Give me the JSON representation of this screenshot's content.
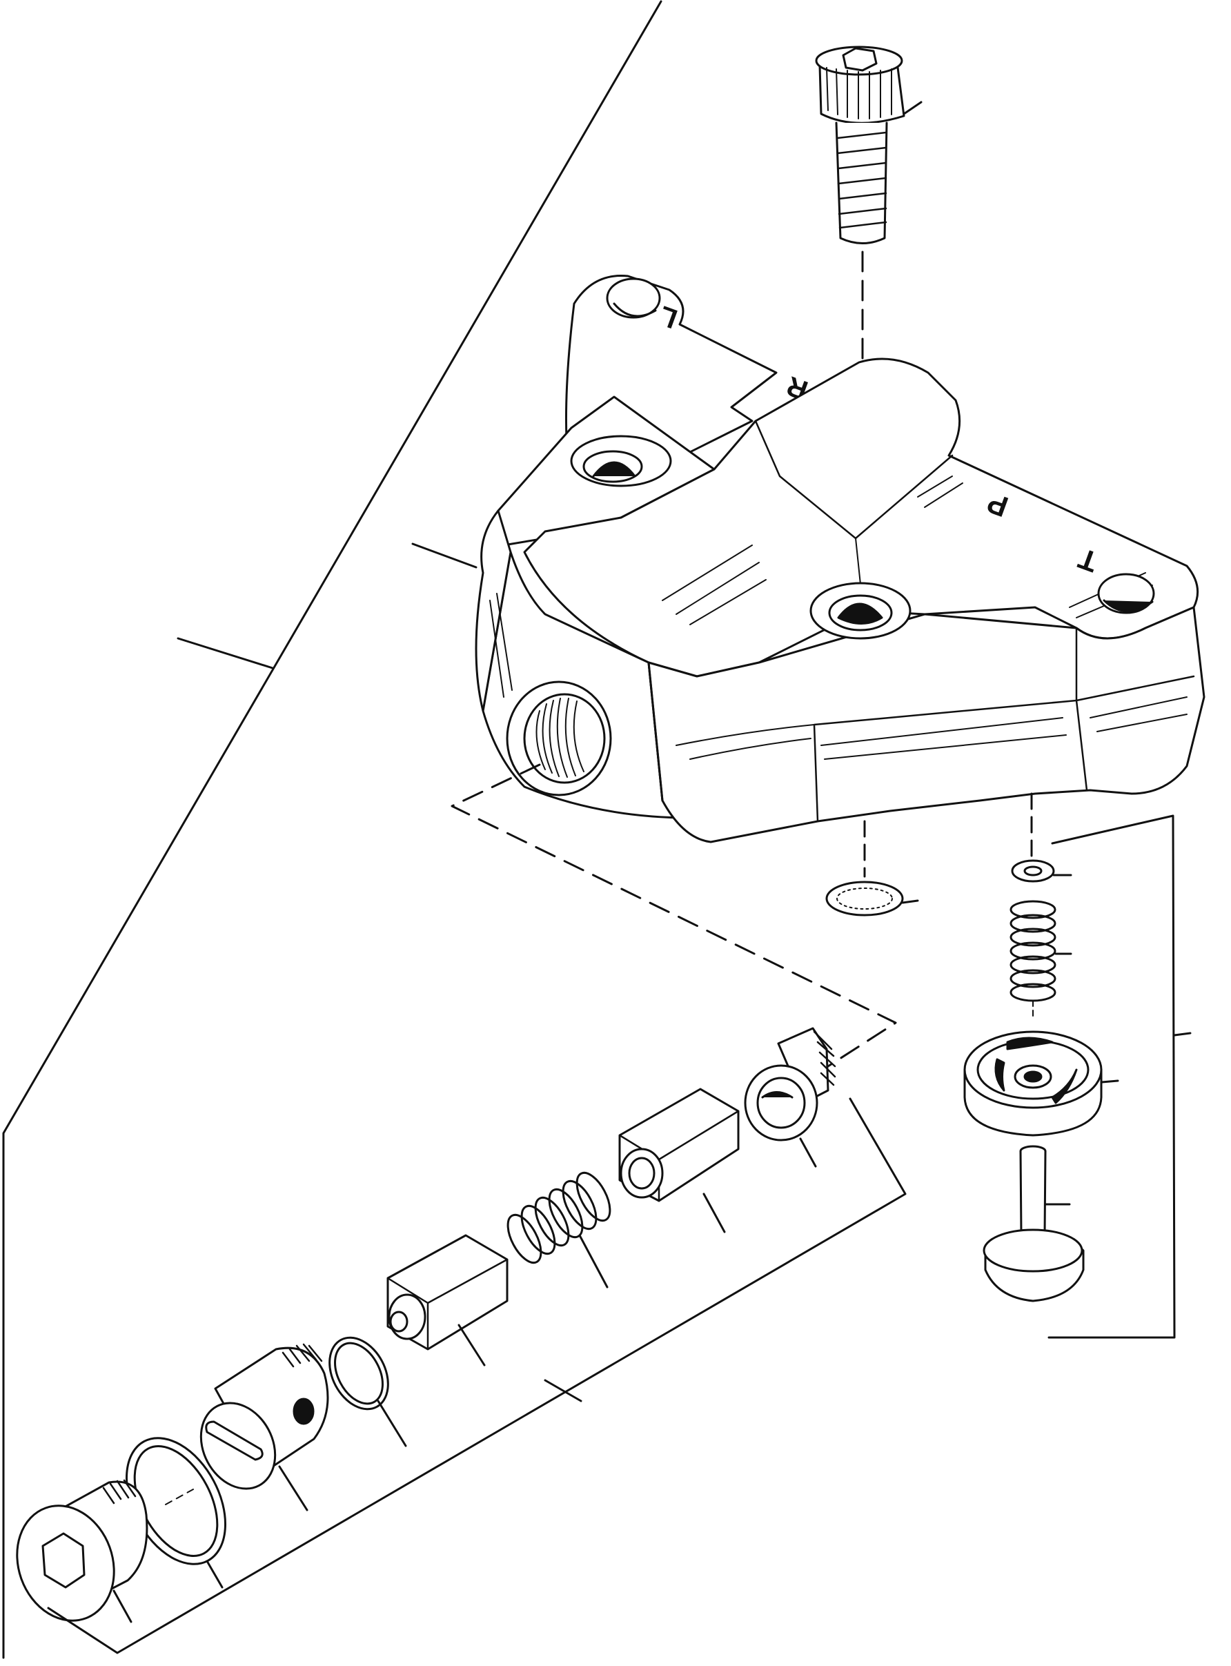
{
  "diagram": {
    "ink_color": "#111111",
    "paper_color": "#ffffff",
    "body_markings": {
      "l_port": "L",
      "r_port": "R",
      "p_port": "P",
      "t_port": "T"
    }
  }
}
